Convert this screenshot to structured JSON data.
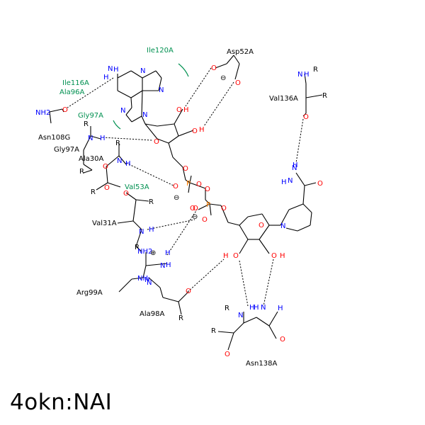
{
  "title": "4okn:NAI",
  "colors": {
    "bond": "#000000",
    "oxygen": "#ff0000",
    "nitrogen": "#0000ff",
    "phosphorus": "#ff8000",
    "carbon_label": "#000000",
    "hydrophobic": "#009050"
  },
  "residues": [
    {
      "name": "Asp52A"
    },
    {
      "name": "Ile120A"
    },
    {
      "name": "Ile116A"
    },
    {
      "name": "Ala96A"
    },
    {
      "name": "Asn108G"
    },
    {
      "name": "Gly97A"
    },
    {
      "name": "Gly97A"
    },
    {
      "name": "Ala30A"
    },
    {
      "name": "Val53A"
    },
    {
      "name": "Val31A"
    },
    {
      "name": "Arg99A"
    },
    {
      "name": "Ala98A"
    },
    {
      "name": "Val136A"
    },
    {
      "name": "Asn138A"
    }
  ],
  "atom_labels": {
    "O": "O",
    "N": "N",
    "P": "P",
    "H": "H",
    "R": "R",
    "NH": "NH",
    "NH2": "NH2",
    "H_N": "H–N",
    "N_H": "N–H",
    "O_H": "O–H",
    "H_O": "H–O",
    "minus": "⊖",
    "plus": "⊕"
  }
}
